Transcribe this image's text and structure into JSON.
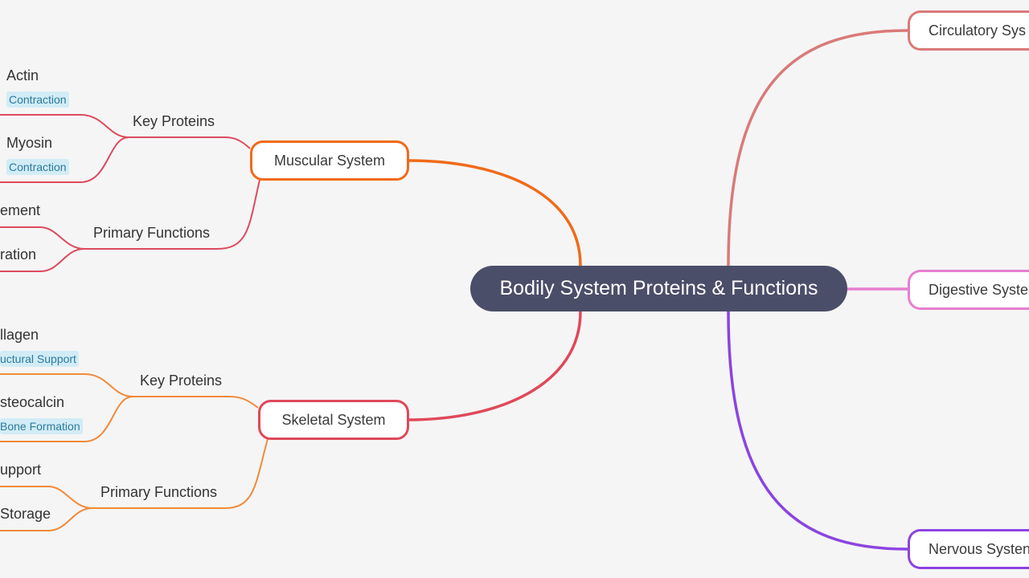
{
  "root": {
    "label": "Bodily System Proteins & Functions"
  },
  "systems": {
    "muscular": {
      "label": "Muscular System",
      "color": "#f06a1a",
      "key_proteins": {
        "label": "Key Proteins",
        "items": [
          {
            "name": "Actin",
            "function": "Contraction"
          },
          {
            "name": "Myosin",
            "function": "Contraction"
          }
        ]
      },
      "primary_functions": {
        "label": "Primary Functions",
        "items": [
          "ement",
          "ration"
        ]
      }
    },
    "skeletal": {
      "label": "Skeletal System",
      "color": "#e0485a",
      "key_proteins": {
        "label": "Key Proteins",
        "items": [
          {
            "name": "llagen",
            "function": "uctural Support"
          },
          {
            "name": "steocalcin",
            "function": "Bone Formation"
          }
        ]
      },
      "primary_functions": {
        "label": "Primary Functions",
        "items": [
          "upport",
          "Storage"
        ]
      }
    },
    "circulatory": {
      "label": "Circulatory Sys",
      "color": "#d97a78"
    },
    "digestive": {
      "label": "Digestive Syste",
      "color": "#e67fd0"
    },
    "nervous": {
      "label": "Nervous Systen",
      "color": "#8b44e0"
    }
  },
  "colors": {
    "background": "#f5f5f5",
    "root_fill": "#4b4e68",
    "muscular_sub_branch": "#dd4a5e",
    "skeletal_sub_branch": "#f08a3a",
    "tag_background": "#d2ecf6",
    "tag_text": "#2b7a9c"
  }
}
